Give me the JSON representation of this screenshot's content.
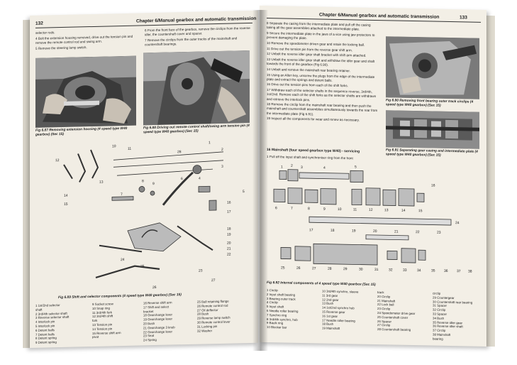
{
  "left": {
    "page_number": "132",
    "chapter": "Chapter 6/Manual gearbox and automatic transmission",
    "col1": [
      "selector rods.",
      "4  Bolt the extension housing removed, drive out the tension pin and remove the remote control rod and swing arm.",
      "5  Remove the steering lamp switch."
    ],
    "col2": [
      "6  From the front face of the gearbox, remove the circlips from the reverse idler, the countershaft cover and spacer.",
      "7  Remove the circlips from the outer tracks of the mainshaft and countershaft bearings."
    ],
    "fig87_caption": "Fig 6.87 Removing extension housing (4 speed type W40 gearbox) (Sec 15)",
    "fig88_caption": "Fig 6.88 Driving out remote control shaft/swing arm tension pin (4 speed type W40 gearbox) (Sec 15)",
    "fig89_caption": "Fig 6.89 Shift and selector components (4 speed type W40 gearbox) (Sec 15)",
    "callouts": [
      "10",
      "11",
      "12",
      "13",
      "14",
      "15",
      "16",
      "17",
      "18",
      "19",
      "20",
      "21",
      "22",
      "23",
      "24",
      "25",
      "26",
      "27",
      "28",
      "1",
      "2",
      "3",
      "4",
      "5",
      "6",
      "7",
      "8",
      "9"
    ],
    "key_col1": [
      "1  1st/2nd selector",
      "   shaft",
      "2  3rd/4th selector shaft",
      "3  Reverse selector shaft",
      "4  Interlock pin",
      "5  Interlock pin",
      "6  Detent balls",
      "7  Detent balls",
      "8  Detent spring",
      "9  Detent spring"
    ],
    "key_col2": [
      "9  Socket screw",
      "10 Snap ring",
      "11 3rd/4th fork",
      "12 3rd/4th shift",
      "   fork",
      "13 Tension pin",
      "14 Tension pin",
      "15 Reverse shift arm",
      "   pivot"
    ],
    "key_col3": [
      "16 Reverse shift arm",
      "17 Shift and select",
      "   bracket",
      "18 Gearchange lever",
      "19 Gearchange lever",
      "20 Bush",
      "21 Gearchange 3 knob",
      "22 Gearchange lever",
      "23 Seat",
      "24 Spring"
    ],
    "key_col4": [
      "25 Ball retaining flange",
      "26 Remote control rod",
      "27 Oil deflector",
      "28 Bush",
      "29 Reverse lamp switch",
      "30 Remote control lever",
      "31 Locking pin",
      "32 Washer"
    ]
  },
  "right": {
    "page_number": "133",
    "chapter": "Chapter 6/Manual gearbox and automatic transmission",
    "col1": [
      "8  Separate the casing from the intermediate plate and pull off the casing taking all the gear assemblies attached to the intermediate plate.",
      "9  Secure the intermediate plate in the jaws of a vice using jaw protectors to prevent damaging the plate.",
      "10 Remove the speedometer driven gear and retain the locking ball.",
      "11 Drive out the tension pin from the reverse gear shift arm.",
      "12 Unbolt the reverse idler gear shaft bracket with shift arm attached.",
      "13 Unbolt the reverse idler gear shaft and withdraw the idler gear and shaft towards the front of the gearbox (Fig 6.90).",
      "14 Unbolt and remove the mainshaft rear bearing retainer.",
      "15 Using an Allen key, unscrew the plugs from the edge of the intermediate plate and extract the springs and detent balls.",
      "16 Drive out the tension pins from each of the shift forks.",
      "17 Withdraw each of the selector shafts in the sequence reverse, 3rd/4th, 1st/2nd. Remove each of the shift forks as the selector shafts are withdrawn and retrieve the interlock pins.",
      "18 Remove the circlip from the mainshaft rear bearing and then push the mainshaft and countershaft assemblies simultaneously towards the rear from the intermediate plate (Fig 6.91).",
      "19 Inspect all the components for wear and renew as necessary."
    ],
    "fig90_caption": "Fig 6.90 Removing front bearing outer track circlips (4 speed type W40 gearbox) (Sec 15)",
    "fig91_caption": "Fig 6.91 Separating gear casing and intermediate plate (4 speed type W40 gearbox) (Sec 15)",
    "section_title": "16 Mainshaft (four speed gearbox type W40) - servicing",
    "section_text": "1  Pull off the input shaft and synchroniser ring from the front",
    "fig92_caption": "Fig 6.92 Internal components of 4 speed type W40 gearbox (Sec 15)",
    "key_col1": [
      "1  Circlip",
      "2  Input shaft bearing",
      "3  Bearing outer track",
      "4  Circlip",
      "5  Input shaft",
      "6  Needle roller bearing",
      "7  Synchro ring",
      "8  3rd/4th synchro, hub",
      "9  Baulk ring",
      "10 Blocker bar"
    ],
    "key_col2": [
      "10 3rd/4th synchro, sleeve",
      "11 3rd gear",
      "12 2nd gear",
      "13 Bush",
      "14 1st/2nd synchro hub",
      "15 Reverse gear",
      "16 1st gear",
      "17 Needle roller bearing",
      "18 Bush",
      "19 Mainshaft"
    ],
    "key_col3": [
      "   track",
      "20 Circlip",
      "21 Mainshaft",
      "22 Lock ball",
      "23 Circlip",
      "24 Speedometer drive gear",
      "25 Countershaft cover",
      "26 Spacer",
      "27 Circlip",
      "28 Countershaft bearing"
    ],
    "key_col4": [
      "   circlip",
      "29 Countergear",
      "30 Countershaft rear bearing",
      "31 Spacer",
      "32 Circlip",
      "33 Spacer",
      "34 Bush",
      "35 Reverse idler gear",
      "36 Reverse idler shaft",
      "37 Circlip",
      "38 Mainshaft",
      "   bearing"
    ],
    "callouts": [
      "1",
      "2",
      "3",
      "4",
      "5",
      "6",
      "7",
      "8",
      "9",
      "10",
      "11",
      "12",
      "13",
      "14",
      "15",
      "16",
      "17",
      "18",
      "19",
      "20",
      "21",
      "22",
      "23",
      "24",
      "25",
      "26",
      "27",
      "28",
      "29",
      "30",
      "31",
      "32",
      "33",
      "34",
      "35",
      "36",
      "37",
      "38"
    ]
  }
}
